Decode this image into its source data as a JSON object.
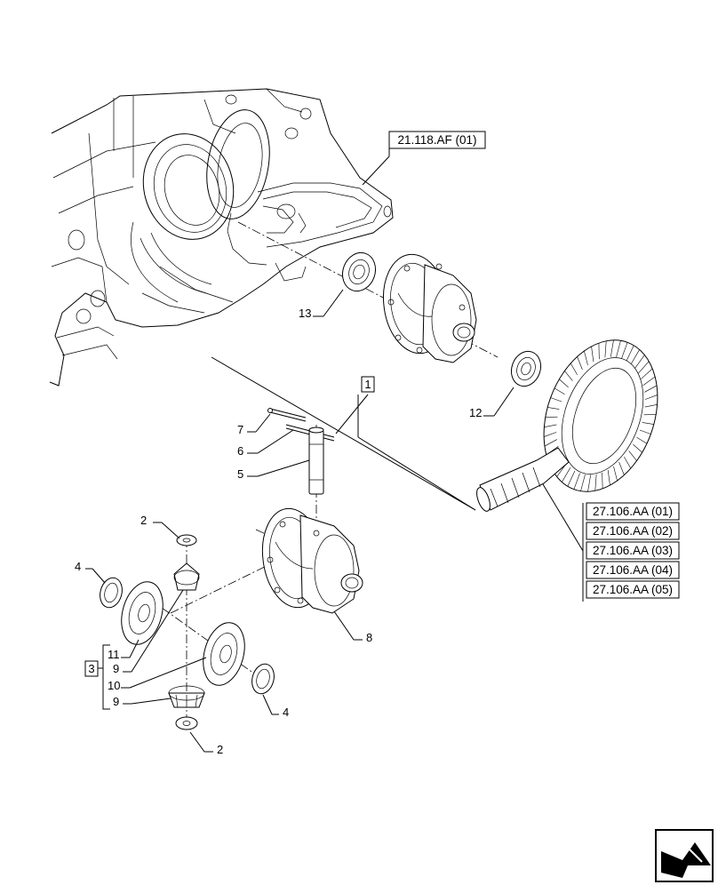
{
  "references": {
    "housing": "21.118.AF (01)",
    "ring_gear": [
      "27.106.AA (01)",
      "27.106.AA (02)",
      "27.106.AA (03)",
      "27.106.AA (04)",
      "27.106.AA (05)"
    ]
  },
  "callouts": {
    "item_1": "1",
    "item_2_top": "2",
    "item_2_bottom": "2",
    "item_3": "3",
    "item_4_left": "4",
    "item_4_right": "4",
    "item_5": "5",
    "item_6": "6",
    "item_7": "7",
    "item_8": "8",
    "item_9_upper": "9",
    "item_9_lower": "9",
    "item_10": "10",
    "item_11": "11",
    "item_12": "12",
    "item_13": "13"
  },
  "icons": {
    "nav": "next-page-arrow-icon"
  }
}
